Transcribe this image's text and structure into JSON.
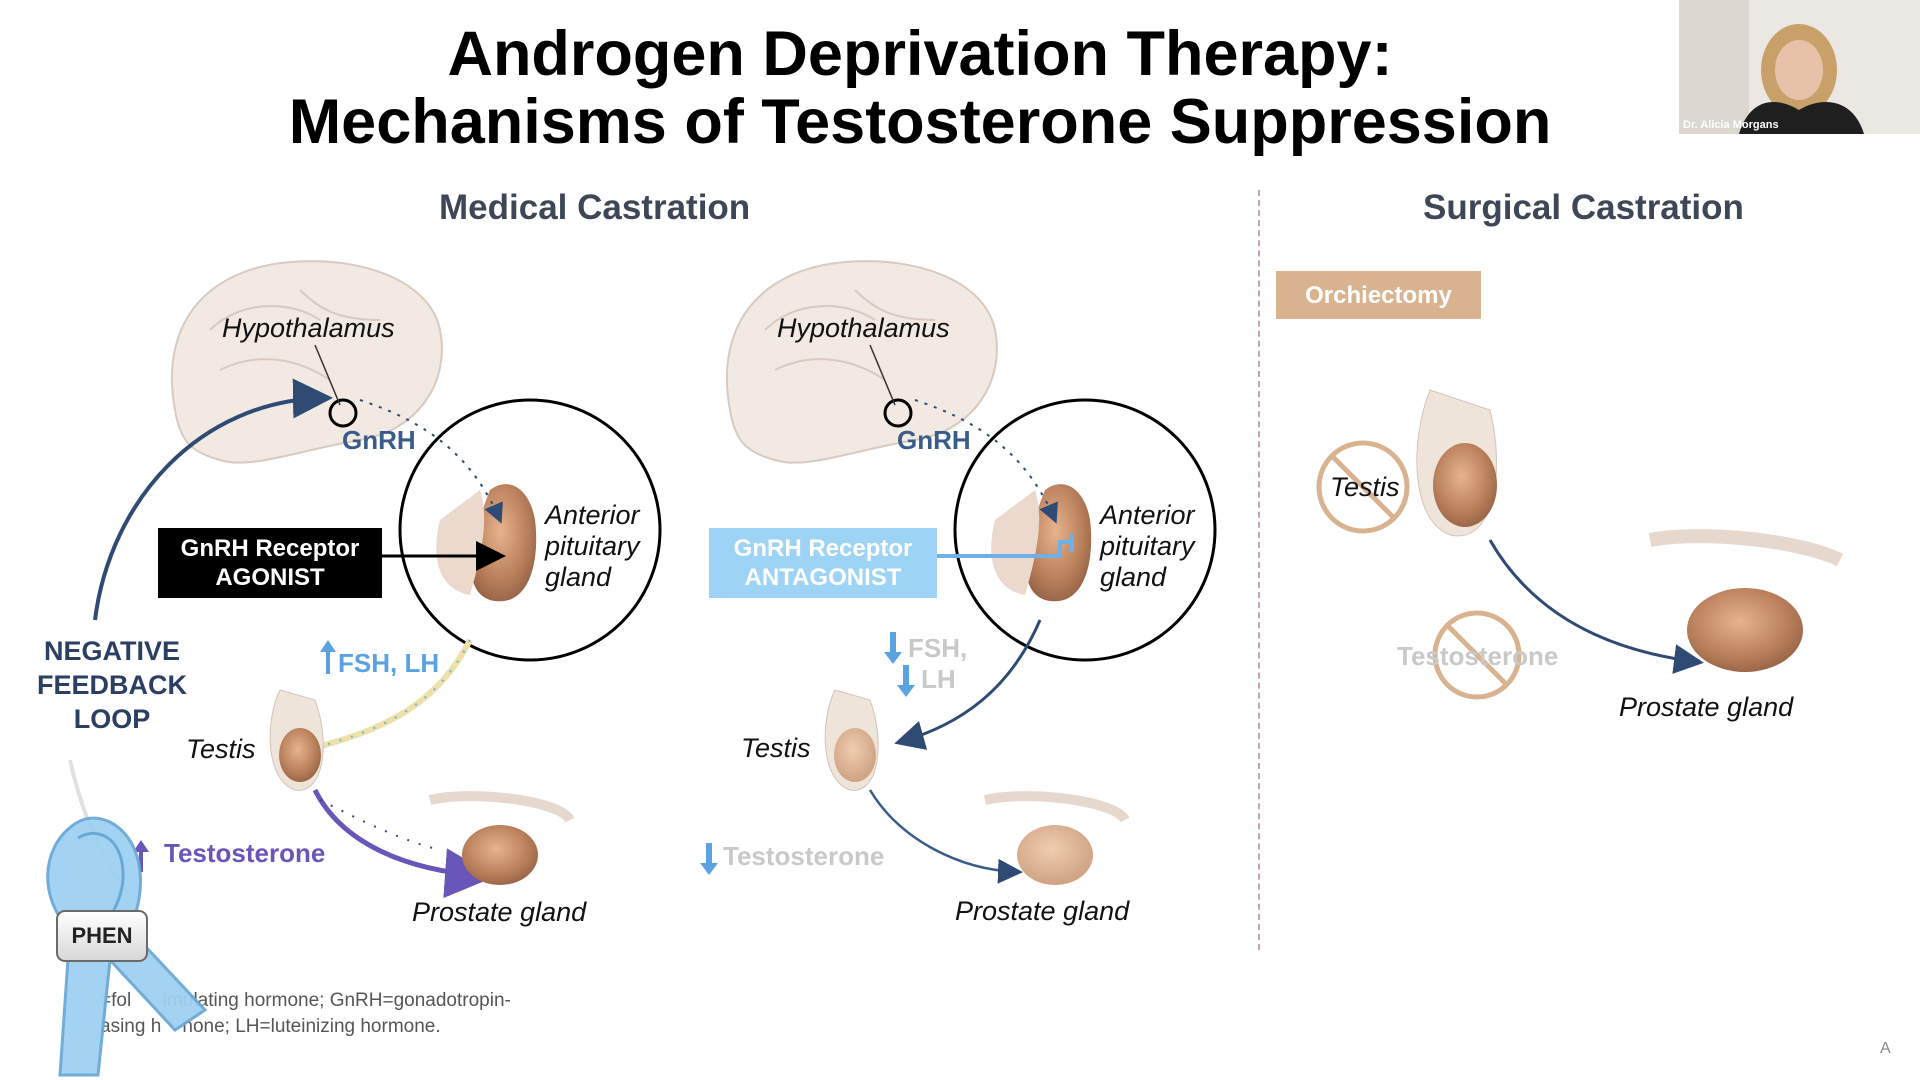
{
  "slide": {
    "title_line1": "Androgen Deprivation Therapy:",
    "title_line2": "Mechanisms of Testosterone Suppression"
  },
  "sections": {
    "medical": "Medical Castration",
    "surgical": "Surgical Castration"
  },
  "panel_agonist": {
    "hypothalamus": "Hypothalamus",
    "gnrh": "GnRH",
    "pituitary_line1": "Anterior",
    "pituitary_line2": "pituitary",
    "pituitary_line3": "gland",
    "box_line1": "GnRH Receptor",
    "box_line2": "AGONIST",
    "fsh_lh": "FSH, LH",
    "testis": "Testis",
    "testosterone": "Testosterone",
    "prostate": "Prostate gland",
    "feedback_line1": "NEGATIVE",
    "feedback_line2": "FEEDBACK",
    "feedback_line3": "LOOP"
  },
  "panel_antagonist": {
    "hypothalamus": "Hypothalamus",
    "gnrh": "GnRH",
    "pituitary_line1": "Anterior",
    "pituitary_line2": "pituitary",
    "pituitary_line3": "gland",
    "box_line1": "GnRH Receptor",
    "box_line2": "ANTAGONIST",
    "fsh": "FSH,",
    "lh": "LH",
    "testis": "Testis",
    "testosterone": "Testosterone",
    "prostate": "Prostate gland"
  },
  "panel_surgical": {
    "orchiectomy": "Orchiectomy",
    "testis": "Testis",
    "testosterone": "Testosterone",
    "prostate": "Prostate gland"
  },
  "footnote": {
    "line1": "=fol      imulating hormone; GnRH=gonadotropin-",
    "line2": "asing h    none; LH=luteinizing hormone."
  },
  "ribbon": {
    "label": "PHEN",
    "icon": "awareness-ribbon-icon"
  },
  "webcam": {
    "name": "Dr. Alicia Morgans"
  },
  "corner_letter": "A",
  "colors": {
    "agonist_box": "#000000",
    "antagonist_box": "#9dd3f5",
    "orchiectomy_box": "#d9b38f",
    "gnrh_blue": "#3a5c8a",
    "fsh_lh_blue": "#5aa3e0",
    "testosterone_purple": "#6a55b8",
    "faded_gray": "#c9c9c9"
  }
}
